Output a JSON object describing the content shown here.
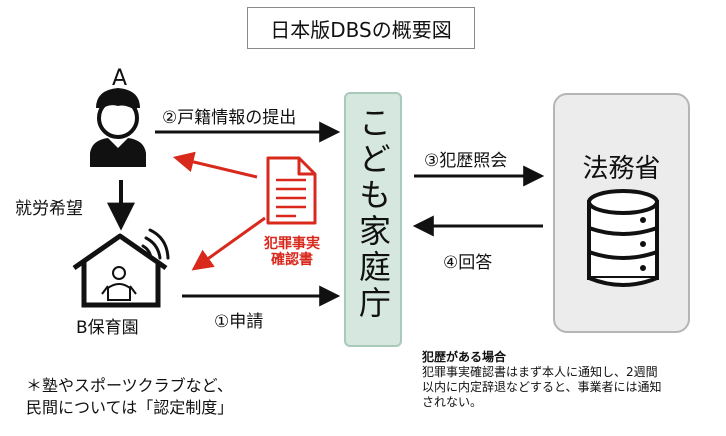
{
  "title": "日本版DBSの概要図",
  "actors": {
    "person": "A",
    "employment_wish": "就労希望",
    "nursery": "B保育園",
    "agency": "こども家庭庁",
    "ministry": "法務省"
  },
  "flows": {
    "step1": "①申請",
    "step2": "②戸籍情報の提出",
    "step3": "③犯歴照会",
    "step4": "④回答"
  },
  "certificate": {
    "line1": "犯罪事実",
    "line2": "確認書"
  },
  "note": {
    "heading": "犯歴がある場合",
    "line1": "犯罪事実確認書はまず本人に通知し、2週間",
    "line2": "以内に内定辞退などすると、事業者には通知",
    "line3": "されない。"
  },
  "footnote": {
    "line1": "＊塾やスポーツクラブなど、",
    "line2": "民間については「認定制度」"
  },
  "colors": {
    "arrow": "#111111",
    "red": "#d9281c",
    "agency_fill": "#d5e7df",
    "ministry_fill": "#ececec"
  },
  "icons": [
    "person-icon",
    "house-icon",
    "baby-icon",
    "wifi-signal-icon",
    "document-icon",
    "database-icon"
  ]
}
